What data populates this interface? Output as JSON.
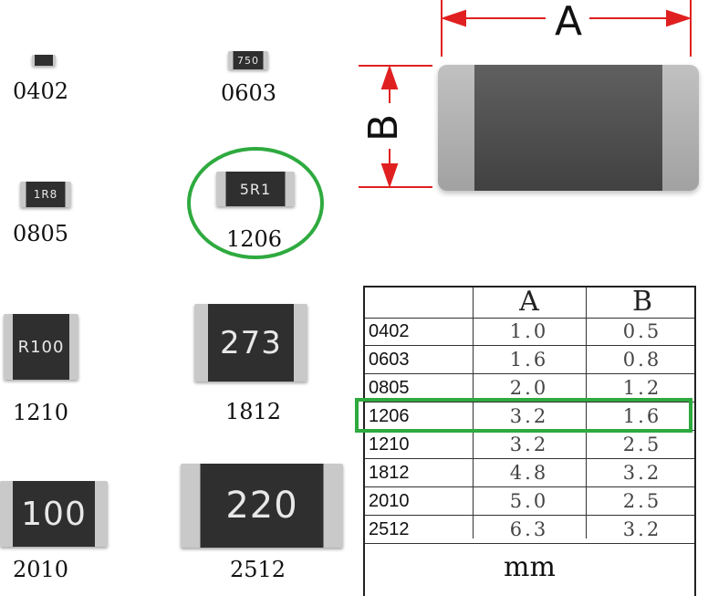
{
  "dimension_labels": {
    "length": "A",
    "width": "B"
  },
  "chips": [
    {
      "size": "0402",
      "marking": ""
    },
    {
      "size": "0603",
      "marking": "750"
    },
    {
      "size": "0805",
      "marking": "1R8"
    },
    {
      "size": "1206",
      "marking": "5R1"
    },
    {
      "size": "1210",
      "marking": "R100"
    },
    {
      "size": "1812",
      "marking": "273"
    },
    {
      "size": "2010",
      "marking": "100"
    },
    {
      "size": "2512",
      "marking": "220"
    }
  ],
  "table": {
    "headers": [
      "",
      "A",
      "B"
    ],
    "rows": [
      {
        "size": "0402",
        "a": "1.0",
        "b": "0.5"
      },
      {
        "size": "0603",
        "a": "1.6",
        "b": "0.8"
      },
      {
        "size": "0805",
        "a": "2.0",
        "b": "1.2"
      },
      {
        "size": "1206",
        "a": "3.2",
        "b": "1.6"
      },
      {
        "size": "1210",
        "a": "3.2",
        "b": "2.5"
      },
      {
        "size": "1812",
        "a": "4.8",
        "b": "3.2"
      },
      {
        "size": "2010",
        "a": "5.0",
        "b": "2.5"
      },
      {
        "size": "2512",
        "a": "6.3",
        "b": "3.2"
      }
    ],
    "unit": "mm",
    "highlighted_size": "1206"
  },
  "colors": {
    "highlight": "#2eaa3f",
    "dimension_arrow": "#e02020",
    "chip_body": "#2f2f2f",
    "chip_terminal": "#c9c9c9"
  }
}
